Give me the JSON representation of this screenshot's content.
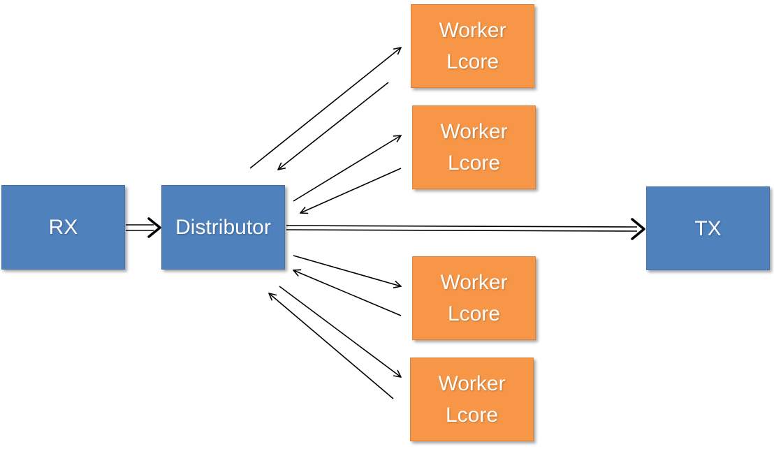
{
  "colors": {
    "node_blue": "#4f81bd",
    "node_orange": "#f79646",
    "arrow": "#000000"
  },
  "nodes": {
    "rx": "RX",
    "distributor": "Distributor",
    "tx": "TX",
    "workers": [
      "Worker\nLcore",
      "Worker\nLcore",
      "Worker\nLcore",
      "Worker\nLcore"
    ]
  }
}
